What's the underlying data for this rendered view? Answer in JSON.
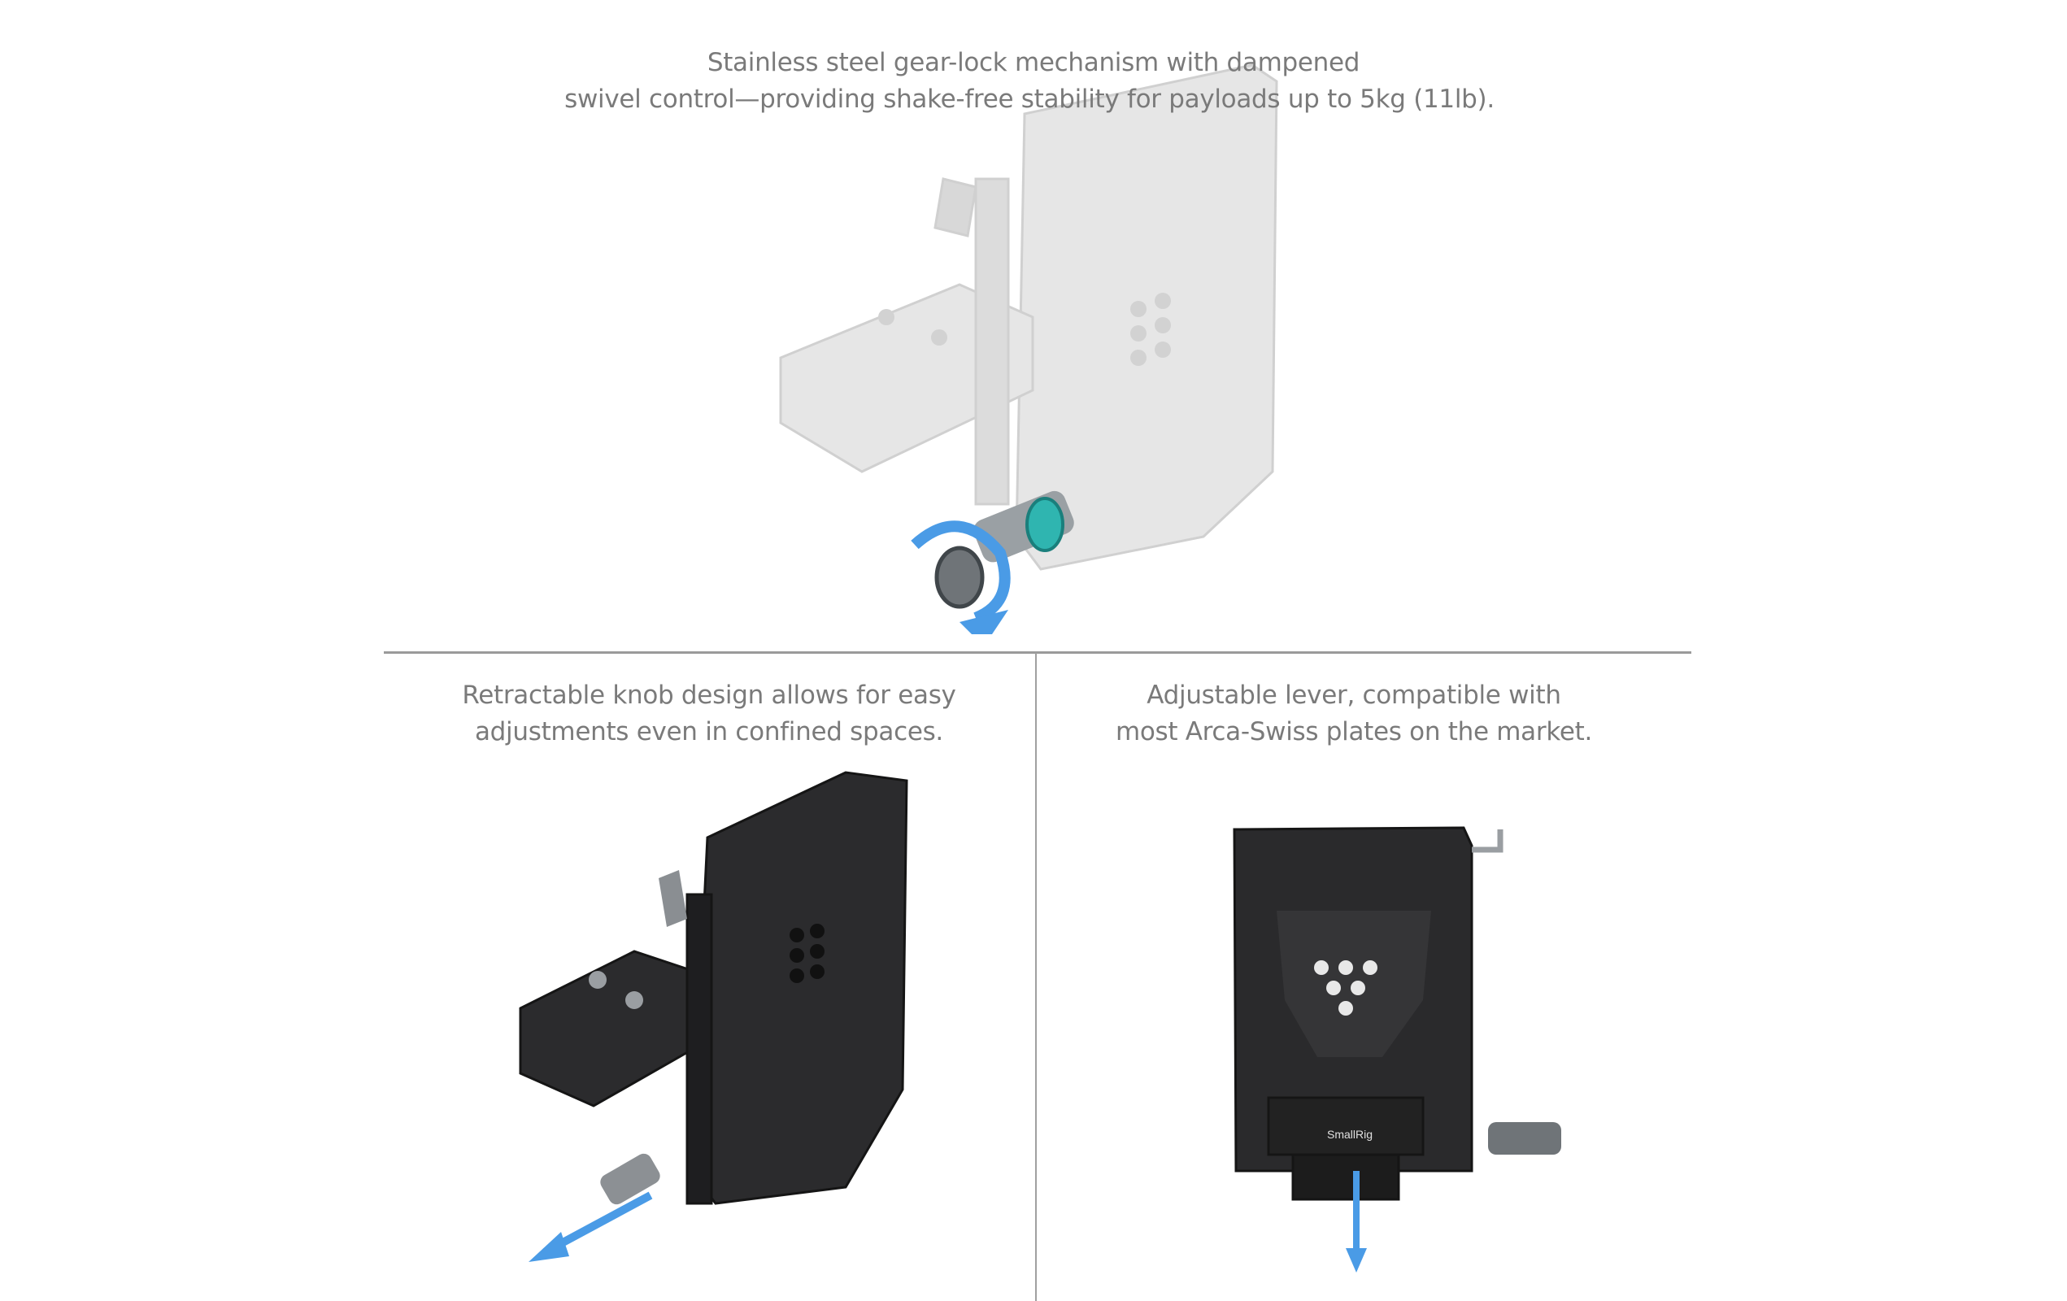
{
  "top_feature": {
    "line1": "Stainless steel gear-lock mechanism with dampened",
    "line2": "swivel control—providing shake-free stability for payloads up to 5kg (11lb)."
  },
  "left_feature": {
    "line1": "Retractable knob design allows for easy",
    "line2": "adjustments even in confined spaces."
  },
  "right_feature": {
    "line1": "Adjustable lever, compatible with",
    "line2": "most Arca-Swiss plates on the market."
  },
  "product_brand": "SmallRig",
  "colors": {
    "caption": "#7a7a7a",
    "arrow": "#4a9be6",
    "divider": "#9a9a9a",
    "gear": "#2fb5b0"
  }
}
